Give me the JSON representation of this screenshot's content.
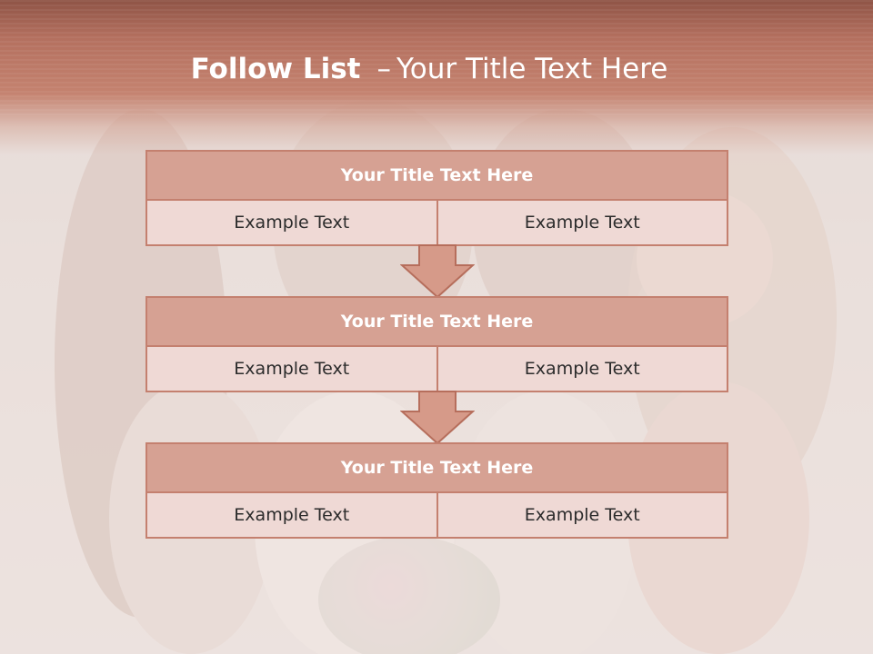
{
  "slide": {
    "title_bold": "Follow List",
    "title_dash": "–",
    "title_rest": "Your Title Text Here"
  },
  "blocks": [
    {
      "title": "Your Title Text Here",
      "cells": [
        "Example Text",
        "Example Text"
      ]
    },
    {
      "title": "Your Title Text Here",
      "cells": [
        "Example Text",
        "Example Text"
      ]
    },
    {
      "title": "Your Title Text Here",
      "cells": [
        "Example Text",
        "Example Text"
      ]
    }
  ],
  "colors": {
    "header": "#b4705f",
    "block_head": "#d6a193",
    "block_cell": "#efd9d5",
    "border": "#c4806f",
    "arrow": "#d69a89"
  },
  "icons": [
    "down-arrow-icon",
    "down-arrow-icon"
  ]
}
